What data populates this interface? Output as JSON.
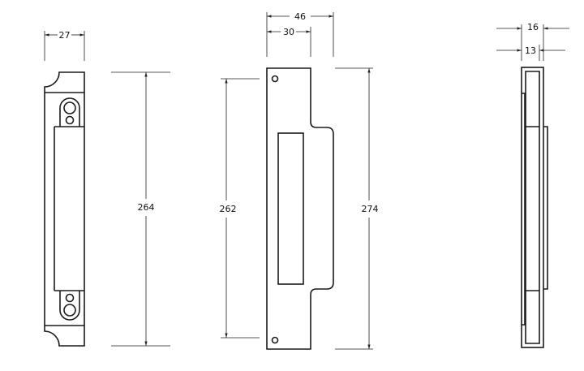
{
  "front_view": {
    "width_label": "27",
    "height_label": "264"
  },
  "plate_view": {
    "overall_width_label": "46",
    "plate_width_label": "30",
    "hole_spacing_label": "262",
    "height_label": "274"
  },
  "side_view": {
    "depth_label": "16",
    "plate_depth_label": "13"
  }
}
